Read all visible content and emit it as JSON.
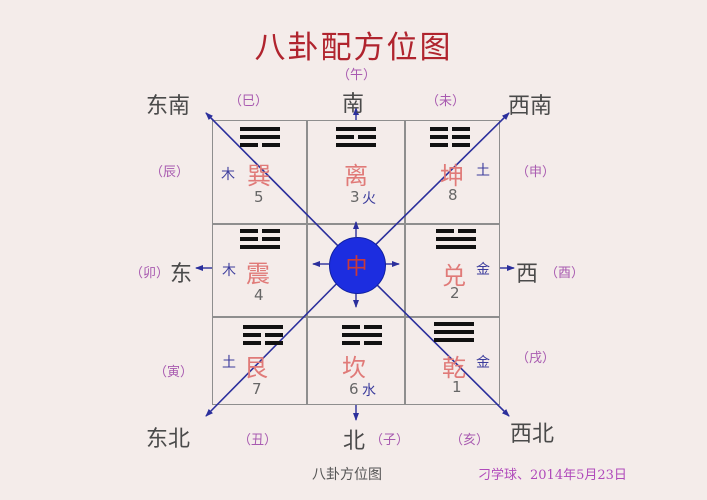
{
  "title": "八卦配方位图",
  "caption": "八卦方位图",
  "signature": "刁学球、2014年5月23日",
  "colors": {
    "title": "#b0242e",
    "direction_text": "#4a4a4a",
    "branch_text": "#a85ab0",
    "gua_name": "#e07a78",
    "element_text": "#3b3c9c",
    "center_circle": "#1c2de0",
    "diagonal_lines": "#2b2f9c",
    "grid_lines": "#8e8e8e",
    "background": "#f4ecea"
  },
  "directions": {
    "south": "南",
    "north": "北",
    "east": "东",
    "west": "西",
    "southeast": "东南",
    "southwest": "西南",
    "northeast": "东北",
    "northwest": "西北"
  },
  "branches": {
    "wu": "（午）",
    "si": "（巳）",
    "wei": "（未）",
    "chen": "（辰）",
    "shen": "（申）",
    "mao": "（卯）",
    "you": "（酉）",
    "yin": "（寅）",
    "xu": "（戌）",
    "chou": "（丑）",
    "zi": "（子）",
    "hai": "（亥）"
  },
  "center": {
    "label": "中"
  },
  "cells": [
    {
      "id": "xun",
      "name": "巽",
      "number": "5",
      "element": "木",
      "lines": [
        "solid",
        "solid",
        "broken"
      ]
    },
    {
      "id": "li",
      "name": "离",
      "number": "3",
      "element": "火",
      "lines": [
        "solid",
        "broken",
        "solid"
      ]
    },
    {
      "id": "kun",
      "name": "坤",
      "number": "8",
      "element": "土",
      "lines": [
        "broken",
        "broken",
        "broken"
      ]
    },
    {
      "id": "zhen",
      "name": "震",
      "number": "4",
      "element": "木",
      "lines": [
        "broken",
        "broken",
        "solid"
      ]
    },
    {
      "id": "dui",
      "name": "兑",
      "number": "2",
      "element": "金",
      "lines": [
        "broken",
        "solid",
        "solid"
      ]
    },
    {
      "id": "gen",
      "name": "艮",
      "number": "7",
      "element": "土",
      "lines": [
        "solid",
        "broken",
        "broken"
      ]
    },
    {
      "id": "kan",
      "name": "坎",
      "number": "6",
      "element": "水",
      "lines": [
        "broken",
        "solid",
        "broken"
      ]
    },
    {
      "id": "qian",
      "name": "乾",
      "number": "1",
      "element": "金",
      "lines": [
        "solid",
        "solid",
        "solid"
      ]
    }
  ]
}
